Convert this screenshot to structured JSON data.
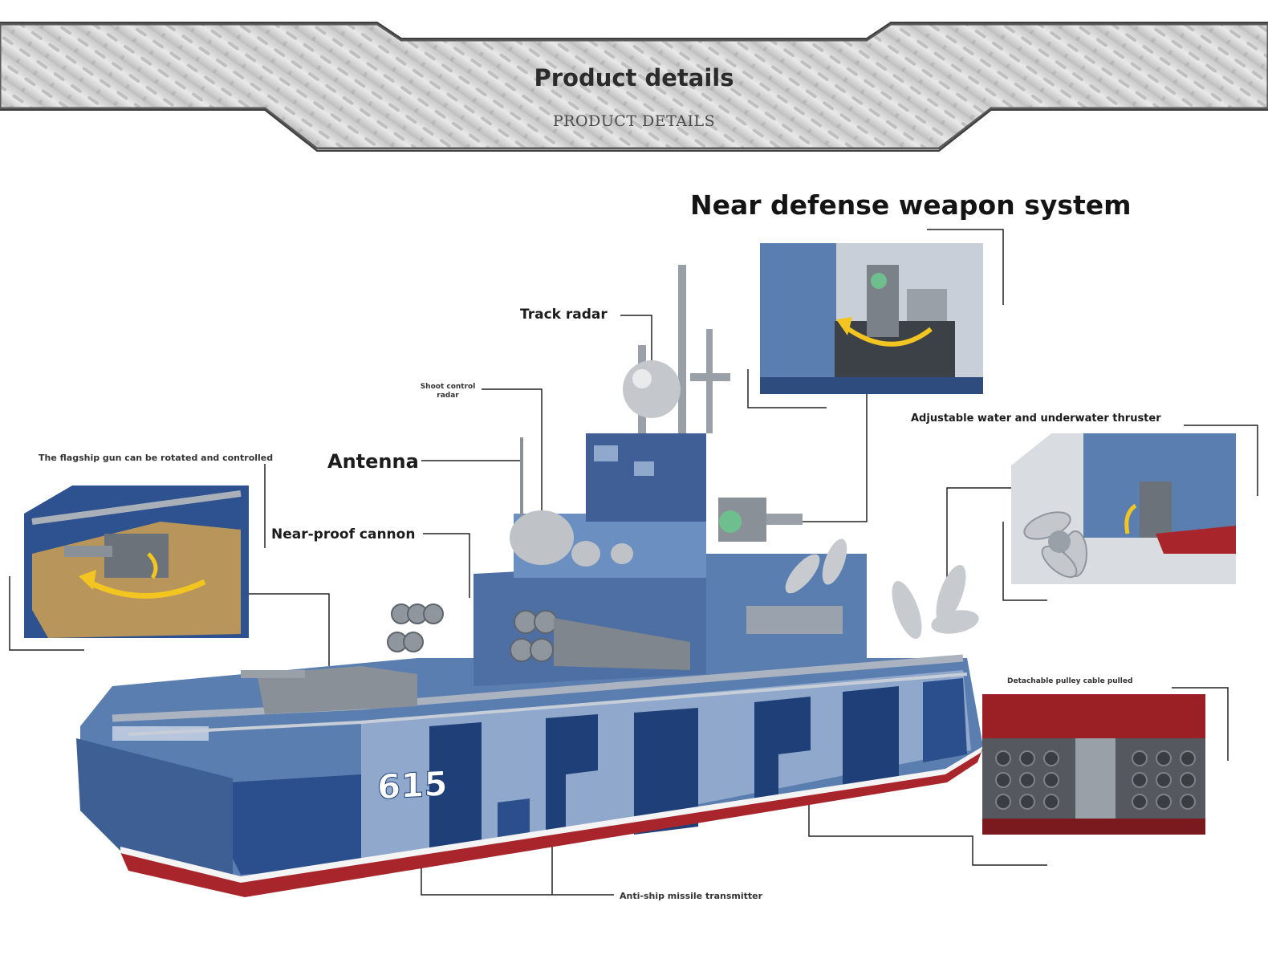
{
  "header": {
    "title": "Product details",
    "subtitle": "PRODUCT DETAILS"
  },
  "section": {
    "heading": "Near defense weapon system"
  },
  "callouts": {
    "track_radar": "Track radar",
    "shoot_control_radar": "Shoot control radar",
    "antenna": "Antenna",
    "near_proof_cannon": "Near-proof cannon",
    "flagship_gun": "The flagship gun can be rotated and controlled",
    "thruster": "Adjustable water and underwater thruster",
    "bottom_detail": "Detachable pulley cable pulled",
    "anti_ship_missile": "Anti-ship missile transmitter"
  },
  "ship": {
    "hull_number": "615"
  },
  "colors": {
    "hull_dark": "#1f3f78",
    "hull_light": "#8fa8cc",
    "hull_mid": "#5b7eb0",
    "waterline_red": "#a8262b",
    "deck_grey": "#7d8896",
    "arrow_yellow": "#f2c521"
  }
}
